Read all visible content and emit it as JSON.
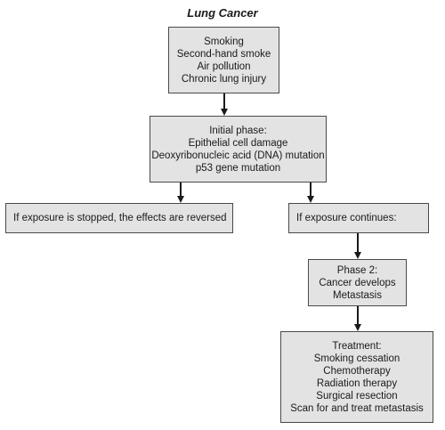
{
  "diagram": {
    "title": "Lung Cancer",
    "causes": {
      "lines": [
        "Smoking",
        "Second-hand smoke",
        "Air pollution",
        "Chronic lung injury"
      ]
    },
    "initial_phase": {
      "lines": [
        "Initial phase:",
        "Epithelial cell damage",
        "Deoxyribonucleic acid (DNA) mutation",
        "p53 gene mutation"
      ]
    },
    "exposure_stopped": {
      "text": "If exposure is stopped, the effects are reversed"
    },
    "exposure_continues": {
      "text": "If exposure continues:"
    },
    "phase_2": {
      "lines": [
        "Phase 2:",
        "Cancer develops",
        "Metastasis"
      ]
    },
    "treatment": {
      "lines": [
        "Treatment:",
        "Smoking cessation",
        "Chemotherapy",
        "Radiation therapy",
        "Surgical resection",
        "Scan for and treat metastasis"
      ]
    },
    "colors": {
      "box_fill": "#e3e3e3",
      "box_border": "#4a4a4a",
      "arrow": "#1a1a1a"
    }
  }
}
